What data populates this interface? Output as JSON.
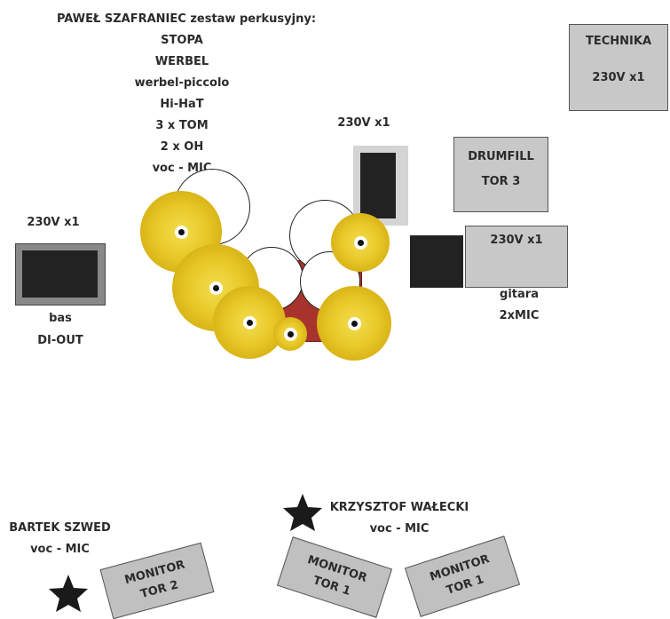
{
  "drummer": {
    "title": "PAWEŁ SZAFRANIEC zestaw perkusyjny:",
    "items": [
      "STOPA",
      "WERBEL",
      "werbel-piccolo",
      "Hi-HaT",
      "3 x TOM",
      "2 x OH",
      "voc - MIC"
    ]
  },
  "technika": {
    "label": "TECHNIKA",
    "power": "230V x1"
  },
  "drum_power": {
    "label": "230V x1"
  },
  "drumfill": {
    "line1": "DRUMFILL",
    "line2": "TOR 3"
  },
  "guitar": {
    "power": "230V x1",
    "line1": "gitara",
    "line2": "2xMIC"
  },
  "bass": {
    "power": "230V x1",
    "line1": "bas",
    "line2": "DI-OUT"
  },
  "bartek": {
    "name": "BARTEK SZWED",
    "mic": "voc - MIC"
  },
  "krzysztof": {
    "name": "KRZYSZTOF WAŁECKI",
    "mic": "voc - MIC"
  },
  "monitors": [
    {
      "line1": "MONITOR",
      "line2": "TOR 2"
    },
    {
      "line1": "MONITOR",
      "line2": "TOR 1"
    },
    {
      "line1": "MONITOR",
      "line2": "TOR 1"
    }
  ],
  "colors": {
    "box_fill": "#c8c8c8",
    "box_border": "#555555",
    "dark_fill": "#222222",
    "cymbal": "#e8c828",
    "drum_red": "#a8332c"
  }
}
